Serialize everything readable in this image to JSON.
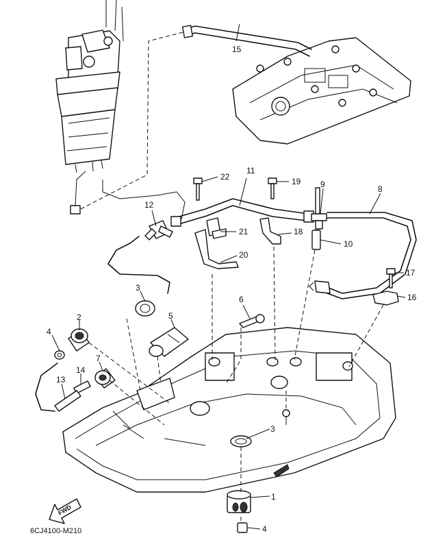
{
  "diagram_code": "6CJ4100-M210",
  "fwd_label": "FWD",
  "callouts": [
    {
      "id": "c15",
      "number": "15"
    },
    {
      "id": "c22",
      "number": "22"
    },
    {
      "id": "c11",
      "number": "11"
    },
    {
      "id": "c19",
      "number": "19"
    },
    {
      "id": "c9",
      "number": "9"
    },
    {
      "id": "c8",
      "number": "8"
    },
    {
      "id": "c12",
      "number": "12"
    },
    {
      "id": "c21",
      "number": "21"
    },
    {
      "id": "c18",
      "number": "18"
    },
    {
      "id": "c10",
      "number": "10"
    },
    {
      "id": "c20",
      "number": "20"
    },
    {
      "id": "c17",
      "number": "17"
    },
    {
      "id": "c3a",
      "number": "3"
    },
    {
      "id": "c16",
      "number": "16"
    },
    {
      "id": "c6",
      "number": "6"
    },
    {
      "id": "c2",
      "number": "2"
    },
    {
      "id": "c5",
      "number": "5"
    },
    {
      "id": "c4a",
      "number": "4"
    },
    {
      "id": "c7",
      "number": "7"
    },
    {
      "id": "c14",
      "number": "14"
    },
    {
      "id": "c13",
      "number": "13"
    },
    {
      "id": "c3b",
      "number": "3"
    },
    {
      "id": "c1",
      "number": "1"
    },
    {
      "id": "c4b",
      "number": "4"
    }
  ]
}
